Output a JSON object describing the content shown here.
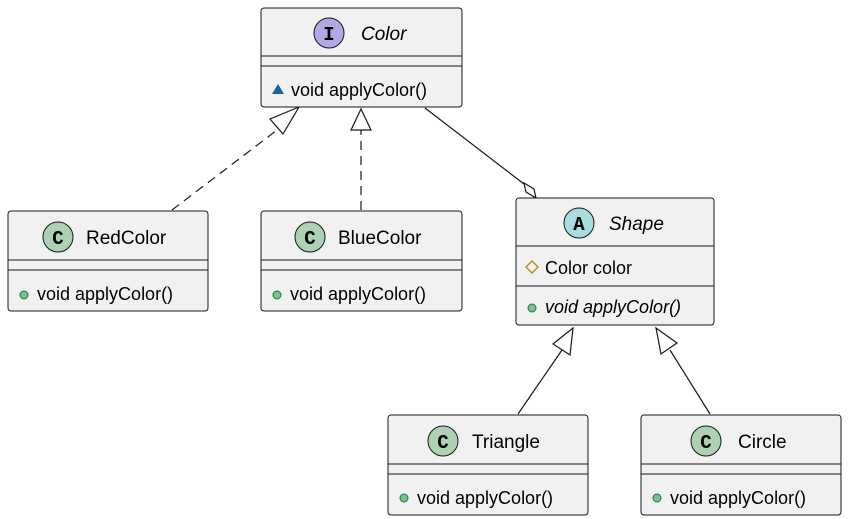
{
  "colors": {
    "interface_badge": "#b4a7e5",
    "class_badge": "#add1b2",
    "abstract_badge": "#a9dcdf",
    "box_fill": "#f1f1f1",
    "package_private_icon": "#1963a0",
    "protected_icon": "#b38d22",
    "public_icon": "#84be84"
  },
  "classes": {
    "color": {
      "badge_letter": "I",
      "name": "Color",
      "method": "void applyColor()",
      "method_visibility_icon": "package-private-triangle-icon"
    },
    "red_color": {
      "badge_letter": "C",
      "name": "RedColor",
      "method": "void applyColor()",
      "method_visibility_icon": "public-circle-icon"
    },
    "blue_color": {
      "badge_letter": "C",
      "name": "BlueColor",
      "method": "void applyColor()",
      "method_visibility_icon": "public-circle-icon"
    },
    "shape": {
      "badge_letter": "A",
      "name": "Shape",
      "field": "Color color",
      "field_visibility_icon": "protected-diamond-icon",
      "method": "void applyColor()",
      "method_visibility_icon": "public-circle-icon"
    },
    "triangle": {
      "badge_letter": "C",
      "name": "Triangle",
      "method": "void applyColor()",
      "method_visibility_icon": "public-circle-icon"
    },
    "circle": {
      "badge_letter": "C",
      "name": "Circle",
      "method": "void applyColor()",
      "method_visibility_icon": "public-circle-icon"
    }
  },
  "relations": [
    {
      "from": "RedColor",
      "to": "Color",
      "type": "realization"
    },
    {
      "from": "BlueColor",
      "to": "Color",
      "type": "realization"
    },
    {
      "from": "Shape",
      "to": "Color",
      "type": "aggregation"
    },
    {
      "from": "Triangle",
      "to": "Shape",
      "type": "generalization"
    },
    {
      "from": "Circle",
      "to": "Shape",
      "type": "generalization"
    }
  ]
}
